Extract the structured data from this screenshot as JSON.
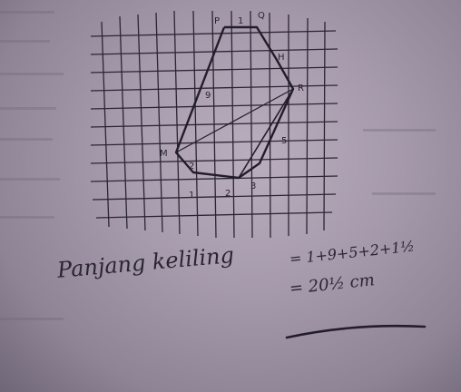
{
  "photo": {
    "points": {
      "P": "P",
      "Q": "Q",
      "H": "H",
      "R": "R",
      "M": "M"
    },
    "side_labels": {
      "top": "1",
      "left_long": "9",
      "right_diag": "5",
      "bottom_a": "1",
      "bottom_b": "2",
      "bottom_c": "3",
      "left_small": "2"
    },
    "caption": {
      "label": "Panjang keliling",
      "equation_line1": "= 1+9+5+2+1½",
      "equation_line2": "= 20½ cm"
    }
  }
}
